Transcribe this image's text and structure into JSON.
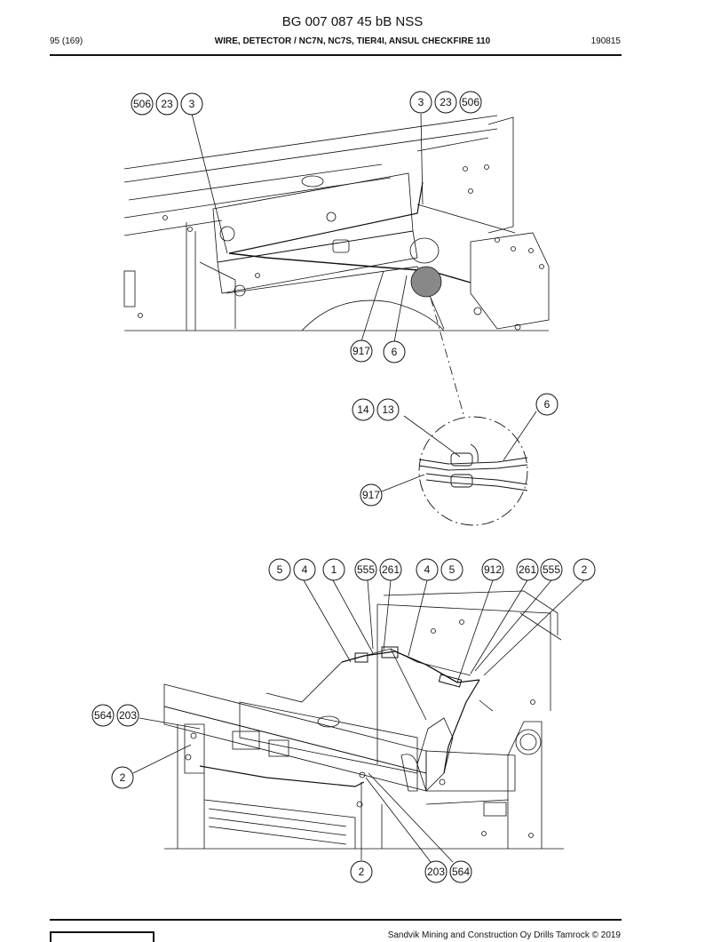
{
  "header": {
    "doc_title": "BG 007 087 45 bB NSS",
    "page_number": "95 (169)",
    "subtitle": "WIRE, DETECTOR / NC7N, NC7S, TIER4I, ANSUL CHECKFIRE 110",
    "date_code": "190815"
  },
  "footer": {
    "copyright": "Sandvik Mining and Construction Oy Drills Tamrock © 2019"
  },
  "callouts": {
    "top": [
      "506",
      "23",
      "3",
      "3",
      "23",
      "506",
      "917",
      "6"
    ],
    "detail": [
      "14",
      "13",
      "6",
      "917"
    ],
    "bottom": [
      "5",
      "4",
      "1",
      "555",
      "261",
      "4",
      "5",
      "912",
      "261",
      "555",
      "2",
      "564",
      "203",
      "2",
      "2",
      "203",
      "564"
    ]
  },
  "colors": {
    "line": "#111111",
    "detail_gray": "#888888"
  }
}
